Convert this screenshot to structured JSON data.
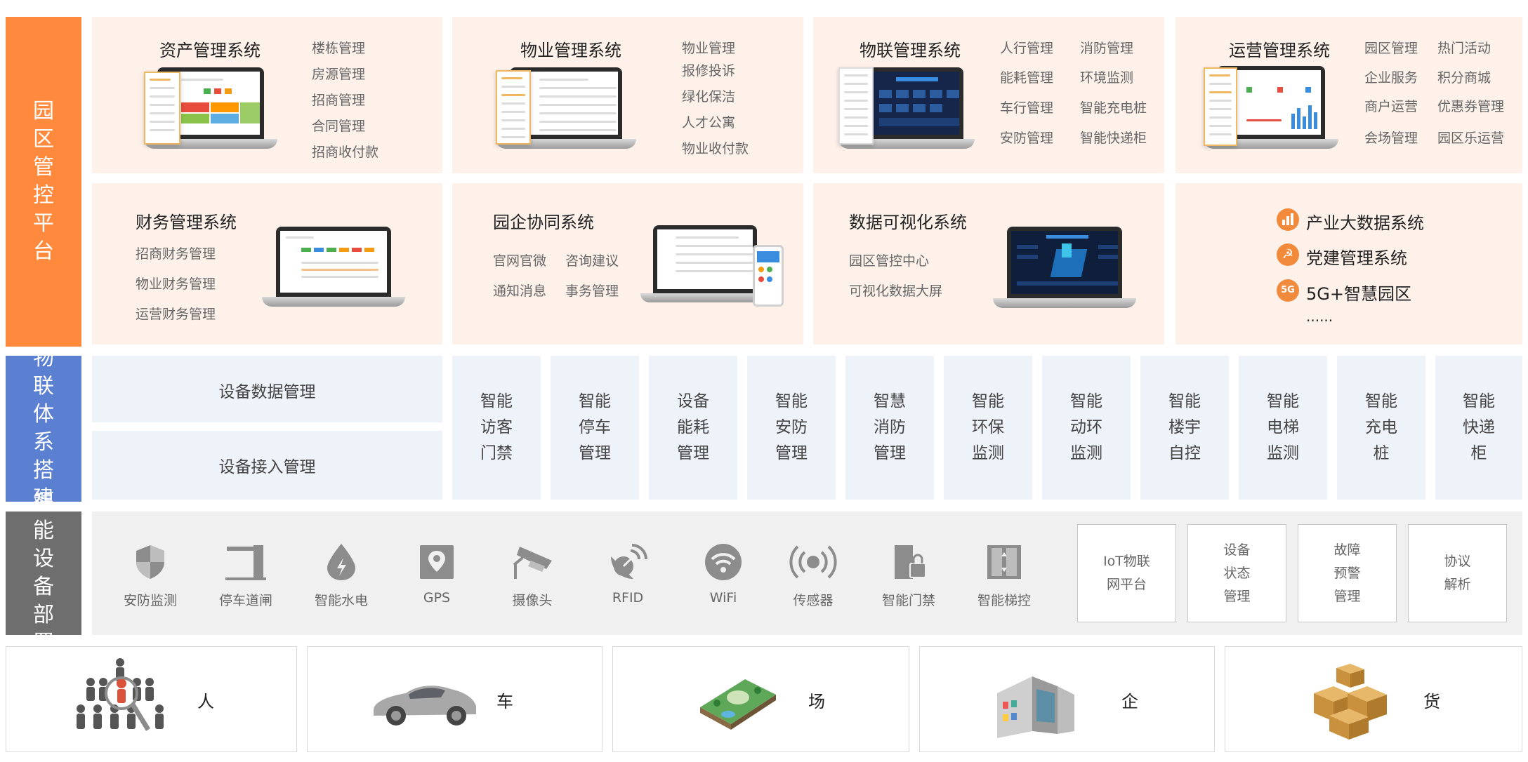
{
  "side_labels": {
    "platform": "园区管控平台",
    "iot": "物联体系搭建",
    "devices": "智能设备部署"
  },
  "systems": {
    "asset": {
      "title": "资产管理系统",
      "items": [
        "楼栋管理",
        "房源管理",
        "招商管理",
        "合同管理",
        "招商收付款"
      ]
    },
    "property": {
      "title": "物业管理系统",
      "items": [
        "物业管理",
        "报修投诉",
        "绿化保洁",
        "人才公寓",
        "物业收付款"
      ]
    },
    "iot": {
      "title": "物联管理系统",
      "items": [
        "人行管理",
        "消防管理",
        "能耗管理",
        "环境监测",
        "车行管理",
        "智能充电桩",
        "安防管理",
        "智能快递柜"
      ]
    },
    "operation": {
      "title": "运营管理系统",
      "items": [
        "园区管理",
        "热门活动",
        "企业服务",
        "积分商城",
        "商户运营",
        "优惠券管理",
        "会场管理",
        "园区乐运营"
      ]
    },
    "finance": {
      "title": "财务管理系统",
      "items": [
        "招商财务管理",
        "物业财务管理",
        "运营财务管理"
      ]
    },
    "collab": {
      "title": "园企协同系统",
      "items": [
        "官网官微",
        "咨询建议",
        "通知消息",
        "事务管理"
      ]
    },
    "visual": {
      "title": "数据可视化系统",
      "items": [
        "园区管控中心",
        "可视化数据大屏"
      ]
    },
    "extra": {
      "items": [
        "产业大数据系统",
        "党建管理系统",
        "5G+智慧园区",
        "......"
      ],
      "badge": "5G"
    }
  },
  "iot_layer": {
    "mgmt": [
      "设备数据管理",
      "设备接入管理"
    ],
    "tiles": [
      "智能访客门禁",
      "智能停车管理",
      "设备能耗管理",
      "智能安防管理",
      "智慧消防管理",
      "智能环保监测",
      "智能动环监测",
      "智能楼宇自控",
      "智能电梯监测",
      "智能充电桩",
      "智能快递柜"
    ]
  },
  "devices": [
    {
      "label": "安防监测",
      "icon": "shield-icon"
    },
    {
      "label": "停车道闸",
      "icon": "barrier-gate-icon"
    },
    {
      "label": "智能水电",
      "icon": "water-drop-bolt-icon"
    },
    {
      "label": "GPS",
      "icon": "map-pin-icon"
    },
    {
      "label": "摄像头",
      "icon": "camera-icon"
    },
    {
      "label": "RFID",
      "icon": "dish-antenna-icon"
    },
    {
      "label": "WiFi",
      "icon": "wifi-icon"
    },
    {
      "label": "传感器",
      "icon": "sensor-icon"
    },
    {
      "label": "智能门禁",
      "icon": "door-lock-icon"
    },
    {
      "label": "智能梯控",
      "icon": "elevator-icon"
    }
  ],
  "platform_boxes": [
    "IoT物联网平台",
    "设备状态管理",
    "故障预警管理",
    "协议解析"
  ],
  "elements": [
    {
      "label": "人",
      "icon": "people-icon"
    },
    {
      "label": "车",
      "icon": "car-icon"
    },
    {
      "label": "场",
      "icon": "park-icon"
    },
    {
      "label": "企",
      "icon": "building-icon"
    },
    {
      "label": "货",
      "icon": "boxes-icon"
    }
  ],
  "colors": {
    "platform": "#ff8a3d",
    "iot": "#5b7fd1",
    "devices": "#6e6e6e",
    "panel_pink": "#fdf1ea",
    "panel_blue": "#eef2f9",
    "panel_gray": "#f0f0f0",
    "icon_gray": "#8c8c8c",
    "accent_orange": "#f28a3c"
  }
}
